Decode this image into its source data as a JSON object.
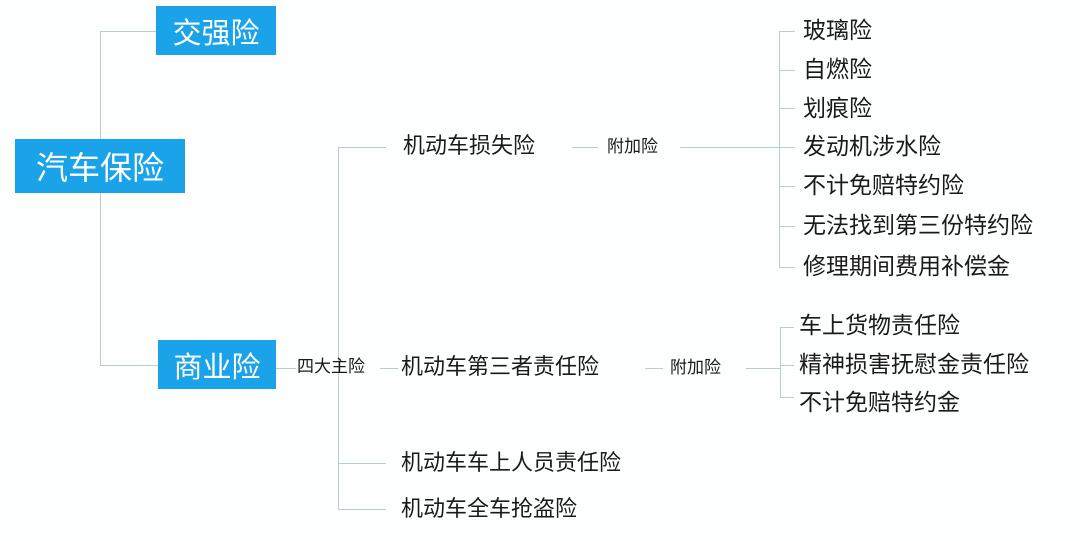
{
  "root": {
    "label": "汽车保险"
  },
  "branches": {
    "compulsory": {
      "label": "交强险"
    },
    "commercial": {
      "label": "商业险"
    }
  },
  "main_group": {
    "label": "四大主险"
  },
  "main_policies": [
    {
      "label": "机动车损失险",
      "addon_label": "附加险"
    },
    {
      "label": "机动车第三者责任险",
      "addon_label": "附加险"
    },
    {
      "label": "机动车车上人员责任险"
    },
    {
      "label": "机动车全车抢盗险"
    }
  ],
  "damage_addons": [
    "玻璃险",
    "自燃险",
    "划痕险",
    "发动机涉水险",
    "不计免赔特约险",
    "无法找到第三份特约险",
    "修理期间费用补偿金"
  ],
  "liability_addons": [
    "车上货物责任险",
    "精神损害抚慰金责任险",
    "不计免赔特约金"
  ],
  "colors": {
    "box": "#1aa3e8",
    "line": "#b9cdd0",
    "text": "#1a1a1a"
  }
}
